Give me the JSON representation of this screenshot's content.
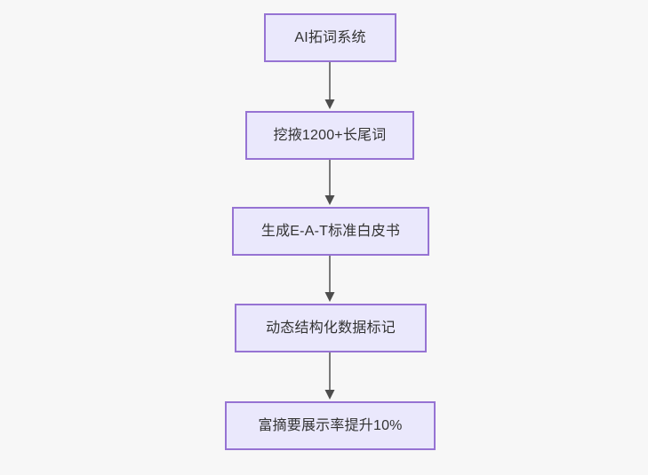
{
  "diagram": {
    "type": "flowchart",
    "direction": "top-to-bottom",
    "background_color": "#f7f7f7",
    "node_fill_color": "#eae8fc",
    "node_border_color": "#9673d3",
    "node_text_color": "#333333",
    "edge_color": "#7a7a7a",
    "nodes": [
      {
        "id": "n0",
        "label": "AI拓词系统"
      },
      {
        "id": "n1",
        "label": "挖掖1200+长尾词"
      },
      {
        "id": "n2",
        "label": "生成E-A-T标准白皮书"
      },
      {
        "id": "n3",
        "label": "动态结构化数据标记"
      },
      {
        "id": "n4",
        "label": "富摘要展示率提升10%"
      }
    ],
    "edges": [
      {
        "id": "e0",
        "from": "n0",
        "to": "n1",
        "label": "",
        "arrow": "arrow-down-icon"
      },
      {
        "id": "e1",
        "from": "n1",
        "to": "n2",
        "label": "",
        "arrow": "arrow-down-icon"
      },
      {
        "id": "e2",
        "from": "n2",
        "to": "n3",
        "label": "",
        "arrow": "arrow-down-icon"
      },
      {
        "id": "e3",
        "from": "n3",
        "to": "n4",
        "label": "",
        "arrow": "arrow-down-icon"
      }
    ]
  }
}
